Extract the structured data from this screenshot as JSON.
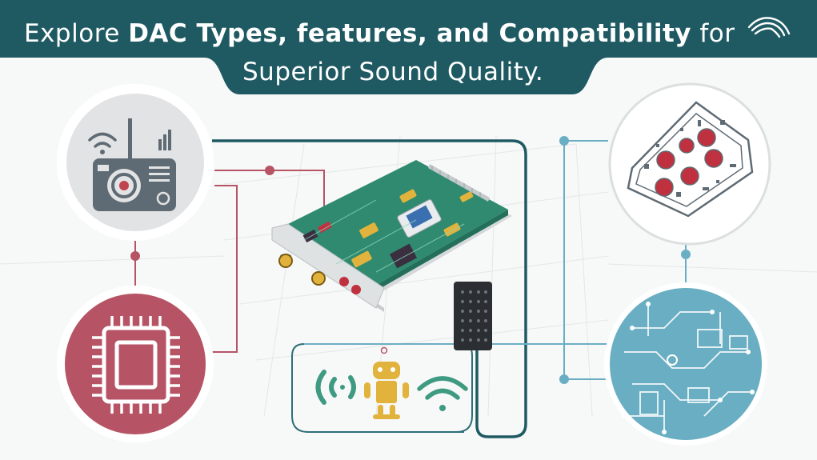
{
  "header": {
    "title_prefix": "Explore ",
    "title_bold": "DAC Types, features, and Compatibility",
    "title_suffix": " for",
    "title_line2": "Superior Sound Quality."
  },
  "colors": {
    "banner": "#1f5a63",
    "teal_line": "#1f5a63",
    "accent_red": "#b65466",
    "light_blue": "#6aaec4",
    "pcb_green": "#2f8a70",
    "chip_gold": "#e1b33c",
    "bg": "#f7f8f8"
  },
  "icons": {
    "logo": "audio-waves-logo",
    "top_left": "wifi-radio-icon",
    "bottom_left": "microchip-icon",
    "top_right": "circuit-board-icon",
    "bottom_right": "pcb-traces-icon",
    "center": "dac-card-illustration",
    "connector": "pin-connector-icon",
    "bottom_row": [
      "signal-waves-icon",
      "android-robot-icon",
      "wifi-icon"
    ]
  }
}
